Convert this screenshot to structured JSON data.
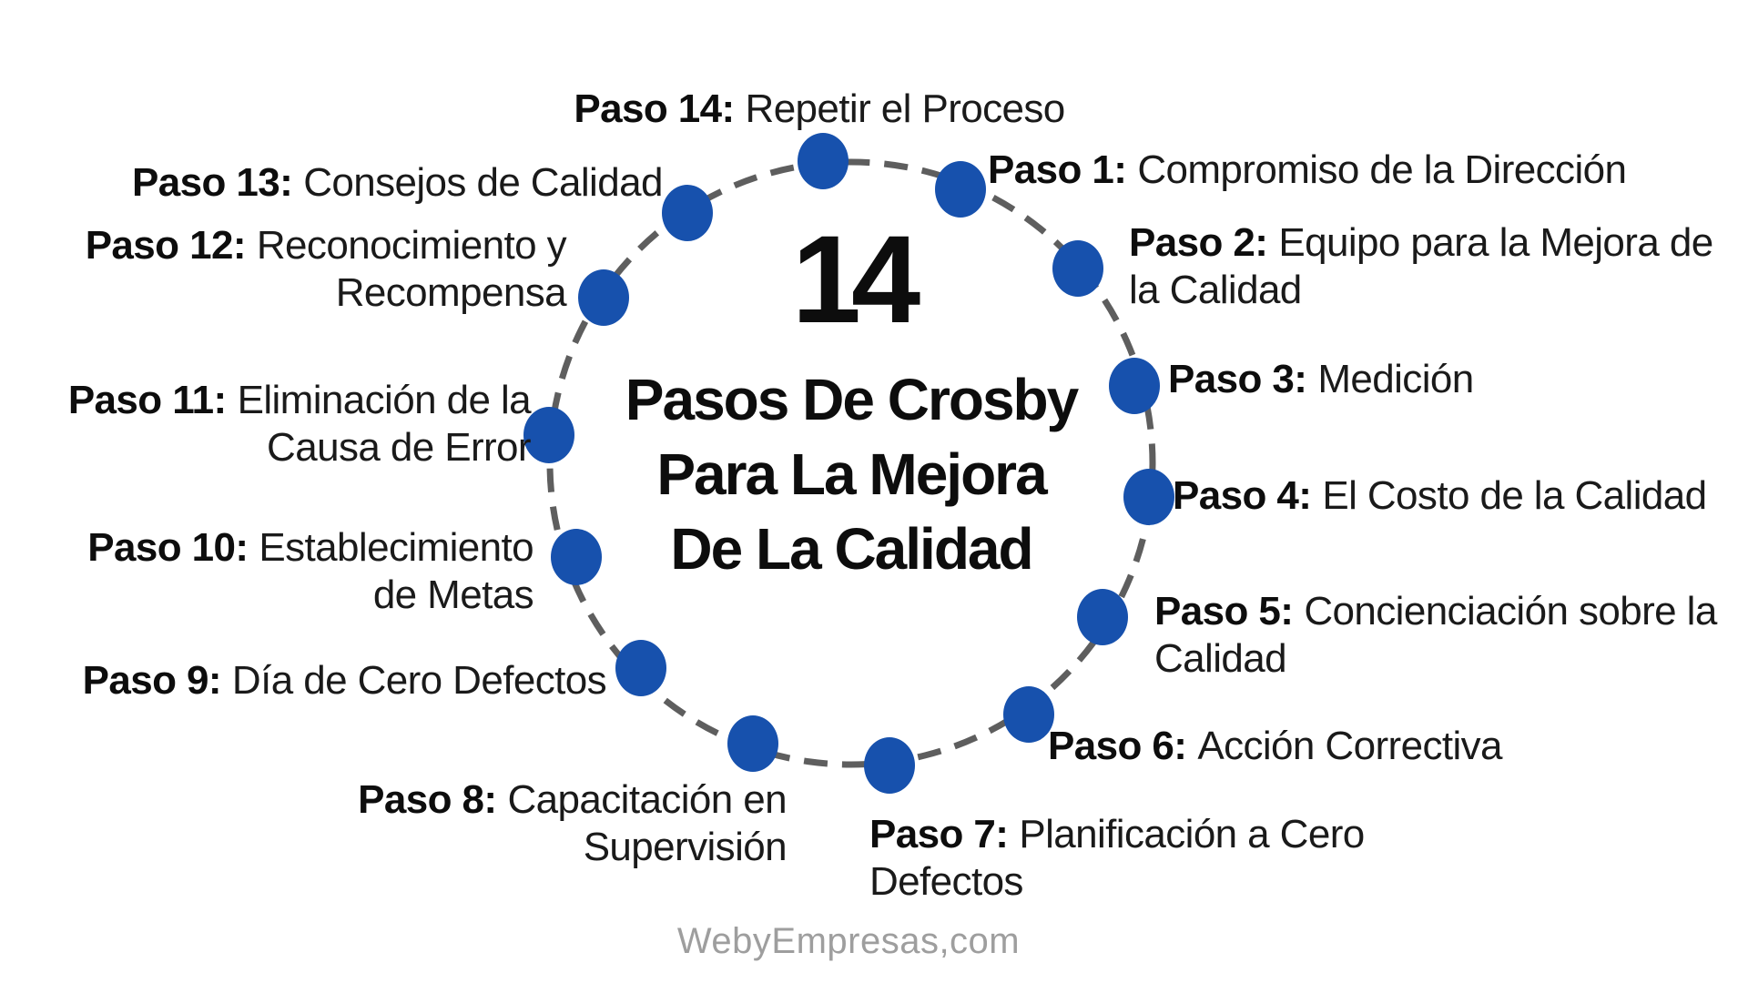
{
  "title": {
    "number": "14",
    "line1": "Pasos De Crosby",
    "line2": "Para La Mejora",
    "line3": "De La Calidad"
  },
  "watermark": "WebyEmpresas,com",
  "colors": {
    "dot_blue": "#1751ad",
    "dash_gray": "#5e5e5e",
    "text_black": "#161616",
    "watermark_gray": "#9e9e9e",
    "background": "#ffffff"
  },
  "steps": [
    {
      "num": 1,
      "bold": "Paso 1:",
      "lines": [
        "Compromiso de la Dirección"
      ]
    },
    {
      "num": 2,
      "bold": "Paso 2:",
      "lines": [
        "Equipo para la Mejora de",
        "la Calidad"
      ]
    },
    {
      "num": 3,
      "bold": "Paso 3:",
      "lines": [
        "Medición"
      ]
    },
    {
      "num": 4,
      "bold": "Paso 4:",
      "lines": [
        "El Costo de la Calidad"
      ]
    },
    {
      "num": 5,
      "bold": "Paso 5:",
      "lines": [
        "Concienciación sobre la",
        "Calidad"
      ]
    },
    {
      "num": 6,
      "bold": "Paso 6:",
      "lines": [
        "Acción Correctiva"
      ]
    },
    {
      "num": 7,
      "bold": "Paso 7:",
      "lines": [
        "Planificación a Cero",
        "Defectos"
      ]
    },
    {
      "num": 8,
      "bold": "Paso 8:",
      "lines": [
        "Capacitación en",
        "Supervisión"
      ]
    },
    {
      "num": 9,
      "bold": "Paso 9:",
      "lines": [
        "Día de Cero Defectos"
      ]
    },
    {
      "num": 10,
      "bold": "Paso 10:",
      "lines": [
        "Establecimiento",
        "de Metas"
      ]
    },
    {
      "num": 11,
      "bold": "Paso 11:",
      "lines": [
        "Eliminación de la",
        "Causa de Error"
      ]
    },
    {
      "num": 12,
      "bold": "Paso 12:",
      "lines": [
        "Reconocimiento y",
        "Recompensa"
      ]
    },
    {
      "num": 13,
      "bold": "Paso 13:",
      "lines": [
        "Consejos de Calidad"
      ]
    },
    {
      "num": 14,
      "bold": "Paso 14:",
      "lines": [
        "Repetir el Proceso"
      ]
    }
  ]
}
